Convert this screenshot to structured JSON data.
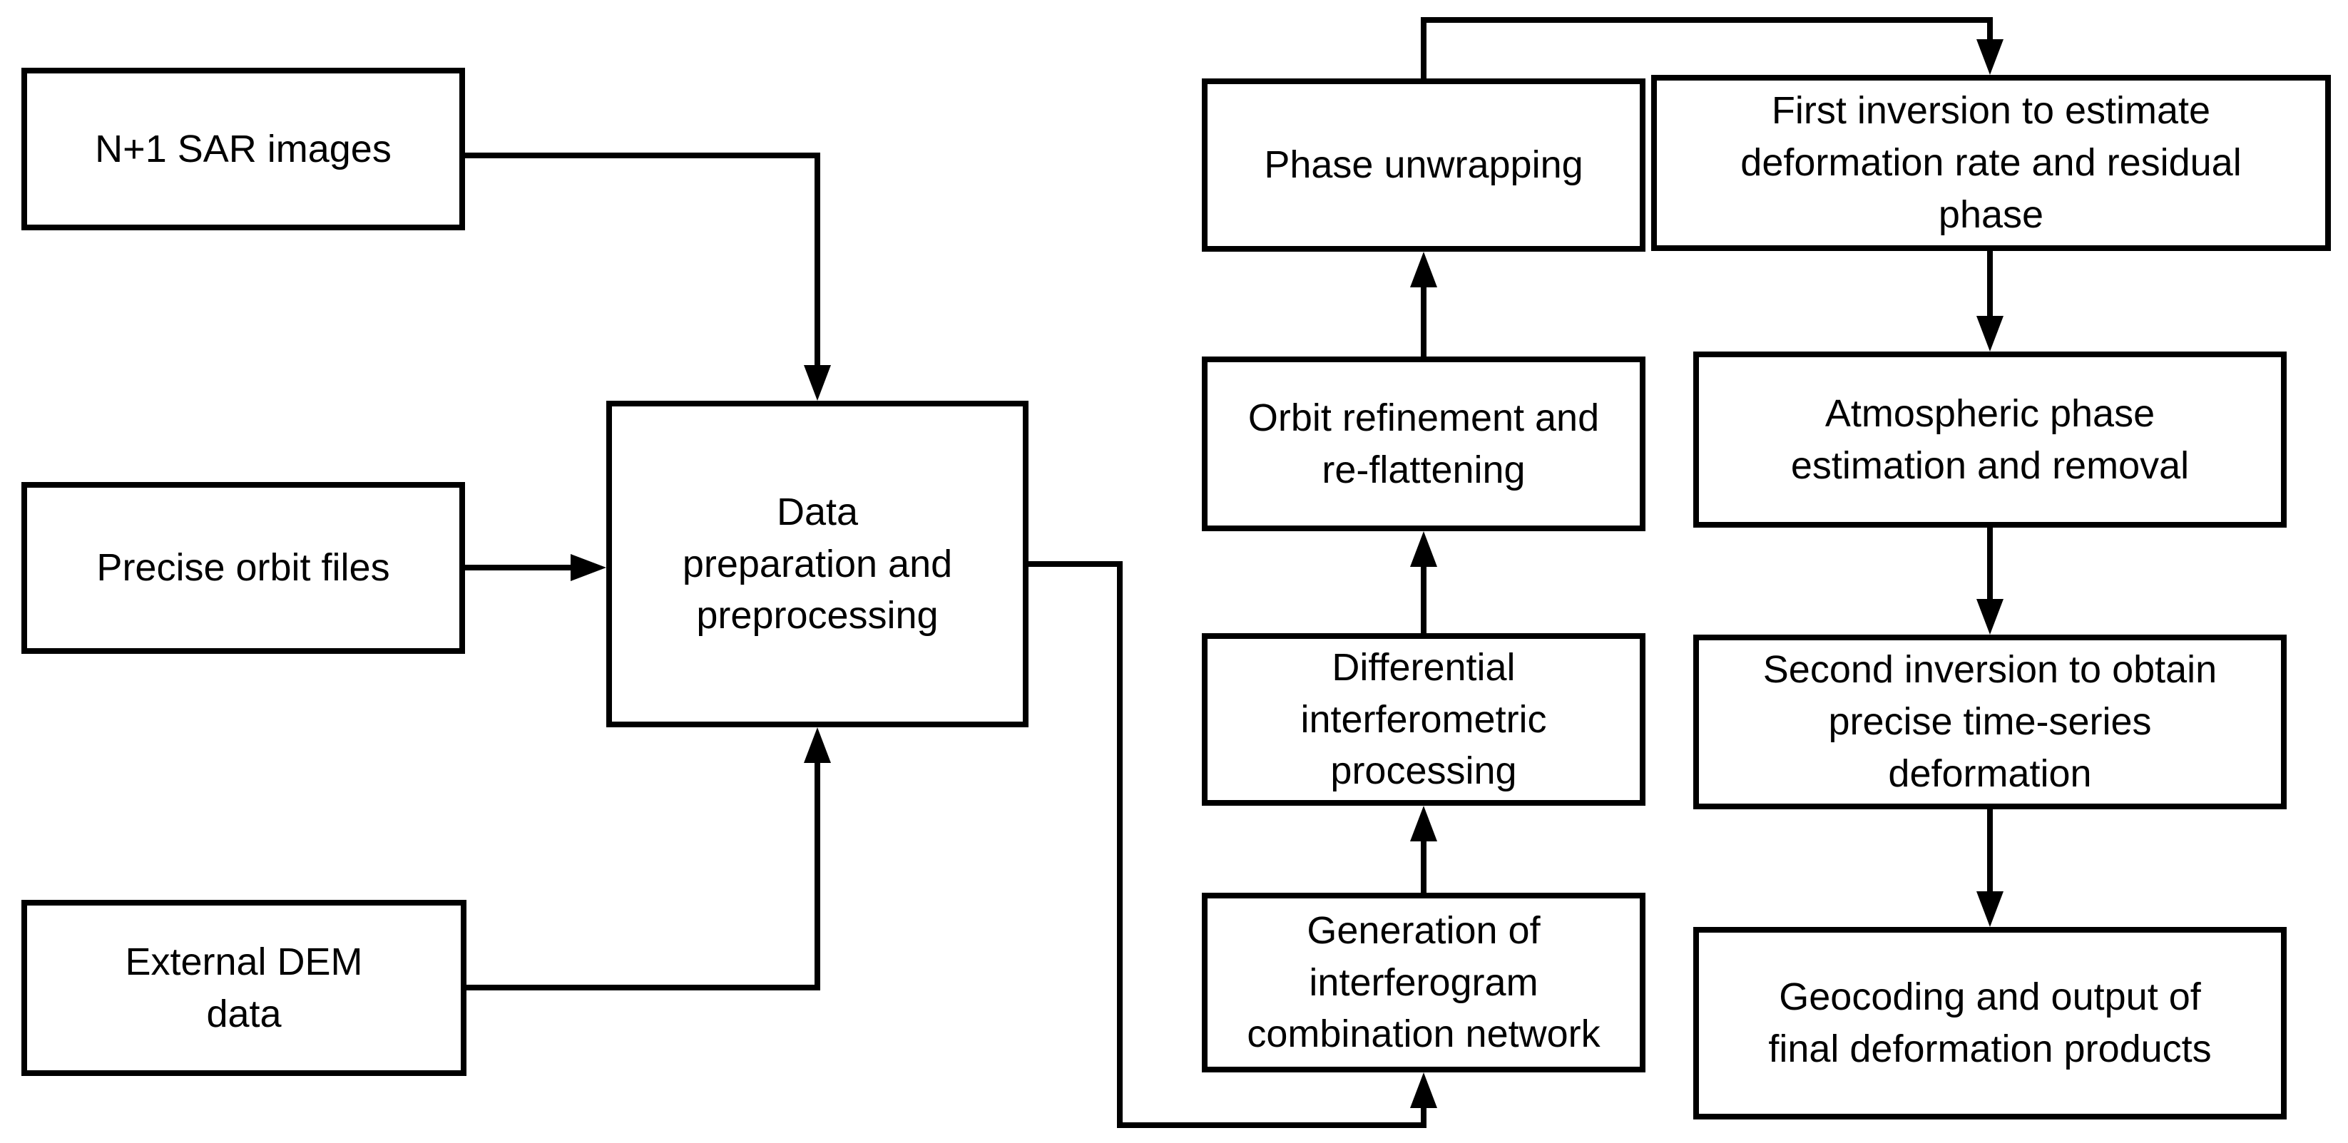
{
  "diagram": {
    "background_color": "#ffffff",
    "stroke_color": "#000000",
    "nodes": {
      "sar_images": {
        "label": "N+1 SAR images"
      },
      "orbit_files": {
        "label": "Precise orbit files"
      },
      "dem_data": {
        "label": "External DEM\ndata"
      },
      "data_prep": {
        "label": "Data\npreparation and\npreprocessing"
      },
      "phase_unwrap": {
        "label": "Phase unwrapping"
      },
      "orbit_refine": {
        "label": "Orbit refinement and\nre-flattening"
      },
      "diff_interf": {
        "label": "Differential\ninterferometric\nprocessing"
      },
      "interf_network": {
        "label": "Generation of\ninterferogram\ncombination network"
      },
      "first_inversion": {
        "label": "First inversion to estimate\ndeformation rate and residual\nphase"
      },
      "atmo_phase": {
        "label": "Atmospheric phase\nestimation and removal"
      },
      "second_inversion": {
        "label": "Second inversion to obtain\nprecise time-series\ndeformation"
      },
      "geocoding": {
        "label": "Geocoding and output of\nfinal deformation products"
      }
    }
  }
}
